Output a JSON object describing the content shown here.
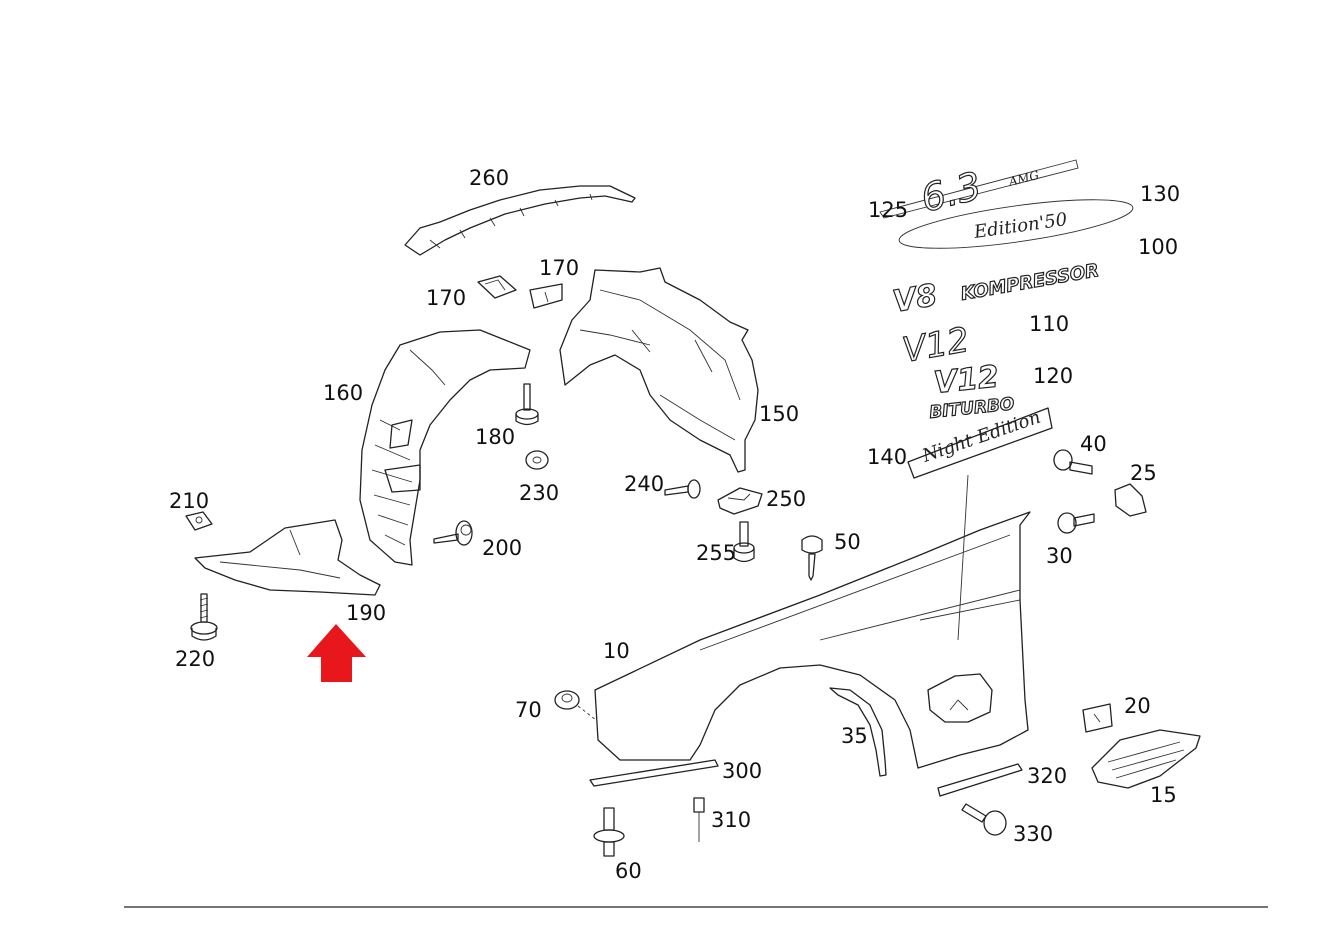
{
  "diagram": {
    "title": "Front fender and wheel housing liner parts diagram",
    "accent_color": "#e8171c",
    "labels": {
      "l10": "10",
      "l15": "15",
      "l20": "20",
      "l25": "25",
      "l30": "30",
      "l35": "35",
      "l40": "40",
      "l50": "50",
      "l60": "60",
      "l70": "70",
      "l100": "100",
      "l110": "110",
      "l120": "120",
      "l125": "125",
      "l130": "130",
      "l140": "140",
      "l150": "150",
      "l160": "160",
      "l170a": "170",
      "l170b": "170",
      "l180": "180",
      "l190": "190",
      "l200": "200",
      "l210": "210",
      "l220": "220",
      "l230": "230",
      "l240": "240",
      "l250": "250",
      "l255": "255",
      "l260": "260",
      "l300": "300",
      "l310": "310",
      "l320": "320",
      "l330": "330"
    },
    "emblems": {
      "e63": "6.3",
      "amg": "AMG",
      "edition50": "Edition'50",
      "v8": "V8",
      "kompressor": "KOMPRESSOR",
      "v12_script": "V12",
      "v12": "V12",
      "biturbo": "BITURBO",
      "night_edition": "Night Edition"
    },
    "highlight_arrow": "up-arrow-red"
  }
}
